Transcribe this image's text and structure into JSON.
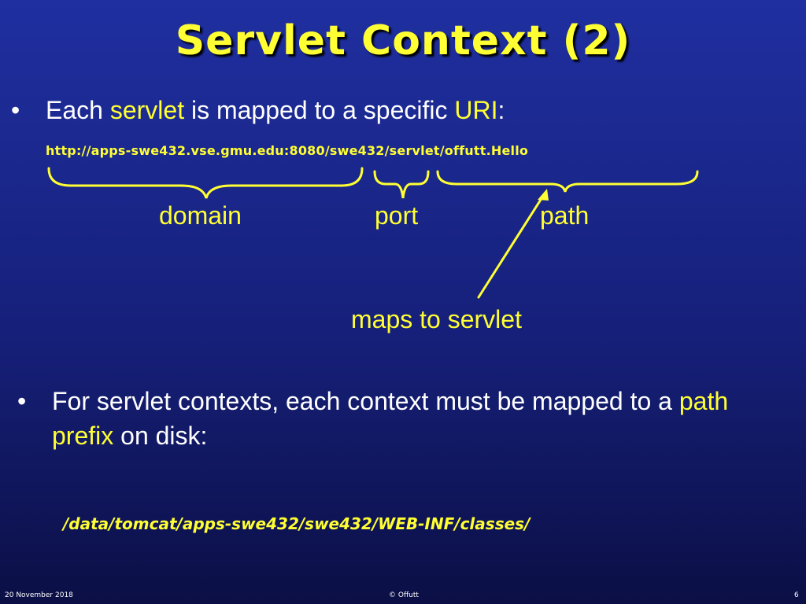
{
  "slide": {
    "title": "Servlet Context (2)",
    "bullet1": {
      "marker": "•",
      "t1": "Each ",
      "t2": "servlet",
      "t3": " is mapped to a specific ",
      "t4": "URI",
      "t5": ":"
    },
    "uri": "http://apps-swe432.vse.gmu.edu:8080/swe432/servlet/offutt.Hello",
    "labels": {
      "domain": "domain",
      "port": "port",
      "path": "path",
      "maps": "maps to servlet"
    },
    "bullet2": {
      "marker": "•",
      "t1": "For servlet contexts, each context must be mapped to a ",
      "t2": "path prefix",
      "t3": " on disk:"
    },
    "disk_path": "/data/tomcat/apps-swe432/swe432/WEB-INF/classes/",
    "footer": {
      "date": "20 November 2018",
      "author": "© Offutt",
      "page": "6"
    },
    "colors": {
      "highlight": "#ffff33",
      "text": "#ffffff",
      "background": "#16207a"
    }
  }
}
